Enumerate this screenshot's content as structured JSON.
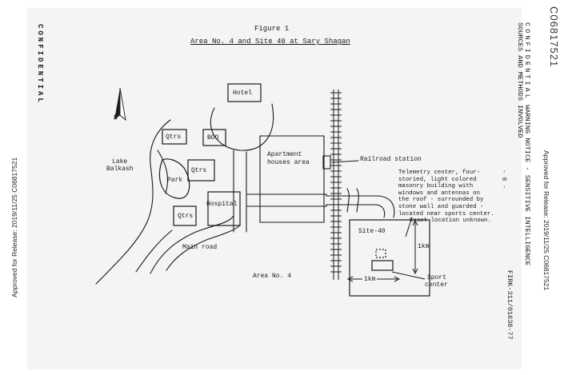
{
  "doc_id": "C06817521",
  "release_stamp_left": "Approved for Release: 2019/11/25 C06817521",
  "release_stamp_right": "Approved for Release: 2019/11/25 C06817521",
  "classification_left": "CONFIDENTIAL",
  "classification_right": "CONFIDENTIAL",
  "warning_line_1": "WARNING NOTICE - SENSITIVE INTELLIGENCE",
  "warning_line_2": "SOURCES AND METHODS INVOLVED",
  "page_marker": "- 6 -",
  "control_number": "FIRK-311/01638-77",
  "figure": {
    "number": "Figure 1",
    "title": "Area No. 4 and Site 40 at Sary Shagan"
  },
  "map": {
    "lake_line_1": "Lake",
    "lake_line_2": "Balkash",
    "north_label": "N",
    "hotel": "Hotel",
    "qtrs_1": "Qtrs",
    "boq": "BOQ",
    "qtrs_2": "Qtrs",
    "park": "Park",
    "hospital": "Hospital",
    "qtrs_3": "Qtrs",
    "main_road": "Main road",
    "apartment_line_1": "Apartment",
    "apartment_line_2": "houses area",
    "railroad_station": "Railroad station",
    "telemetry_lines": [
      "Telemetry center, four-",
      "storied, light colored",
      "masonry building with",
      "windows and antennas on",
      "the roof - surrounded by",
      "stone wall and guarded -",
      "located near sports center.",
      "Exact location unknown."
    ],
    "site_40": "Site-40",
    "dim_vertical": "1km",
    "dim_horizontal": "1km",
    "sports_line_1": "Sport",
    "sports_line_2": "center",
    "area_label": "Area No. 4"
  }
}
